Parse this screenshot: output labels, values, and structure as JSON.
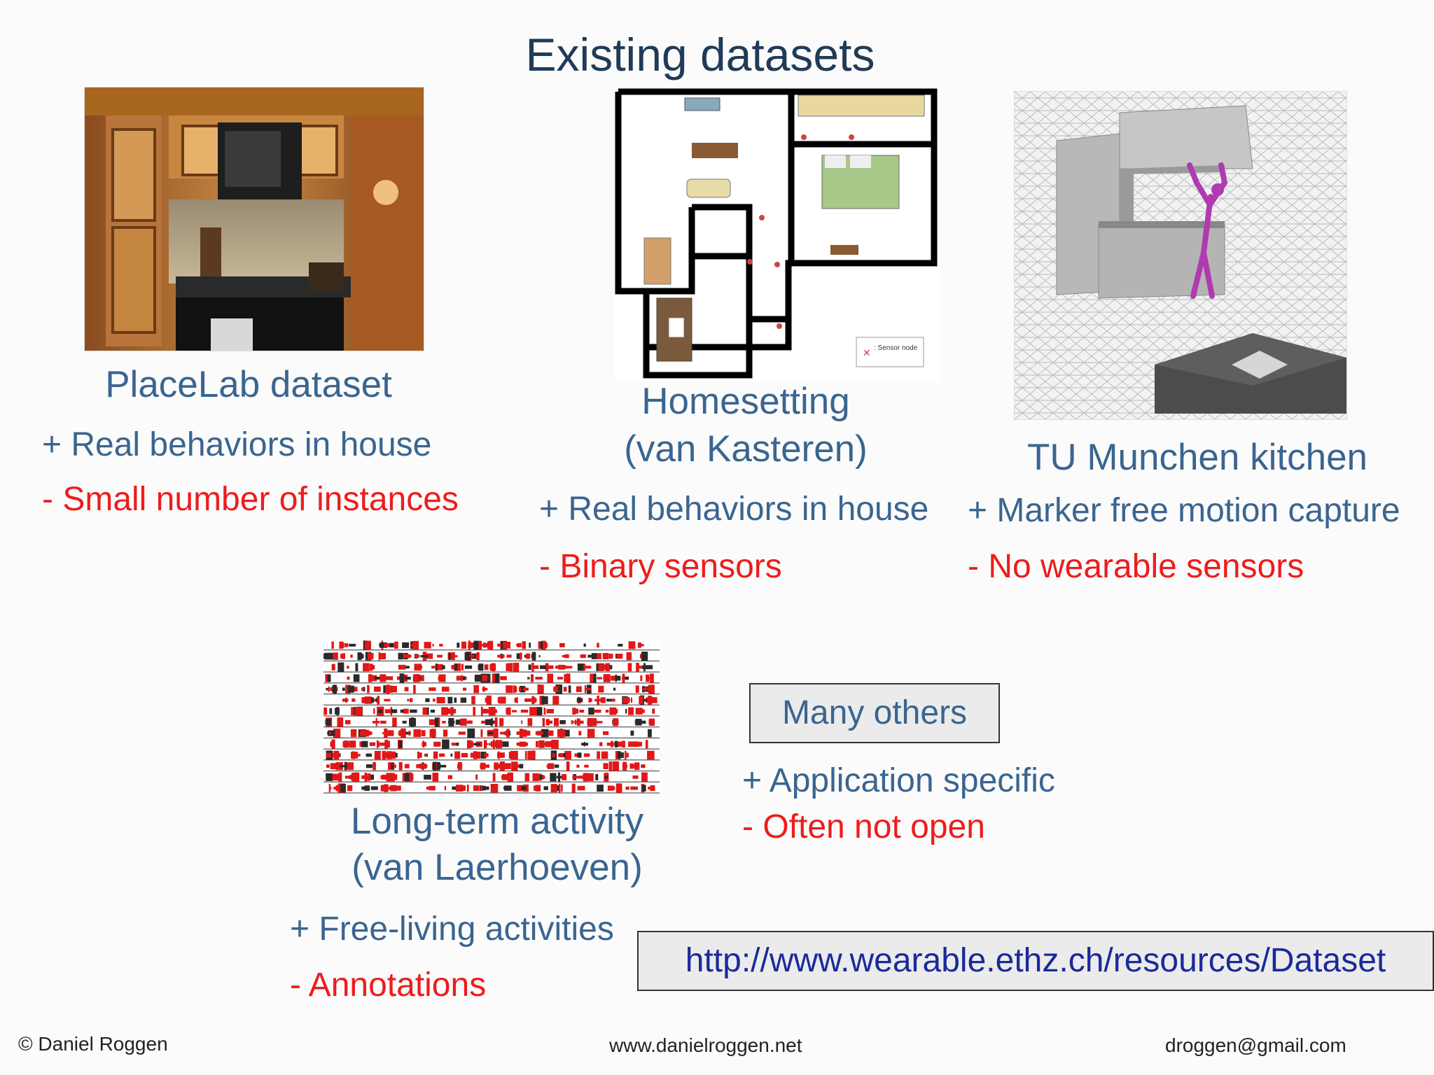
{
  "slide": {
    "title": "Existing datasets",
    "placelab": {
      "caption": "PlaceLab dataset",
      "plus": "+ Real behaviors in house",
      "minus": "- Small number of instances"
    },
    "homesetting": {
      "caption_line1": "Homesetting",
      "caption_line2": "(van Kasteren)",
      "legend": ": Sensor node",
      "plus": "+ Real behaviors in house",
      "minus": "- Binary sensors"
    },
    "tum": {
      "caption": "TU Munchen kitchen",
      "plus": "+ Marker free motion capture",
      "minus": "- No wearable sensors"
    },
    "longterm": {
      "caption_line1": "Long-term activity",
      "caption_line2": "(van Laerhoeven)",
      "plus": "+ Free-living activities",
      "minus": "- Annotations"
    },
    "others": {
      "box_label": "Many others",
      "plus": "+ Application specific",
      "minus": "- Often not open"
    },
    "link": "http://www.wearable.ethz.ch/resources/Dataset",
    "footer": {
      "copyright": "© Daniel Roggen",
      "website": "www.danielroggen.net",
      "email": "droggen@gmail.com"
    }
  },
  "colors": {
    "title": "#1f3b57",
    "caption_blue": "#3a6590",
    "negative_red": "#ee1c1c",
    "link_blue": "#1a2a9a"
  }
}
